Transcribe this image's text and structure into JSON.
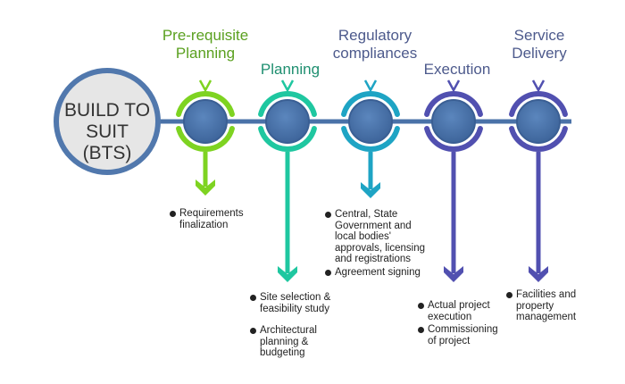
{
  "center": {
    "lines": [
      "BUILD TO",
      "SUIT",
      "(BTS)"
    ]
  },
  "phases": [
    {
      "title_lines": [
        "Pre-requisite",
        "Planning"
      ],
      "color": "#7ed321",
      "bullets": [
        "Requirements finalization"
      ]
    },
    {
      "title_lines": [
        "Planning"
      ],
      "color": "#1fc7a0",
      "bullets": [
        "Site selection & feasibility study",
        "Architectural planning & budgeting"
      ]
    },
    {
      "title_lines": [
        "Regulatory",
        "compliances"
      ],
      "color": "#1ea4c4",
      "bullets": [
        "Central, State Government and local bodies' approvals, licensing and registrations",
        "Agreement signing"
      ]
    },
    {
      "title_lines": [
        "Execution"
      ],
      "color": "#5150b0",
      "bullets": [
        "Actual project execution",
        "Commissioning of project"
      ]
    },
    {
      "title_lines": [
        "Service",
        "Delivery"
      ],
      "color": "#5150b0",
      "bullets": [
        "Facilities and property management"
      ]
    }
  ],
  "colors": {
    "connector": "#4a72a8",
    "node_fill": "#466fa6",
    "center_ring": "#5178ad",
    "center_fill": "#e6e6e6",
    "title_green": "#5aa01f",
    "title_teal": "#1f8f70",
    "title_blue": "#4d5a8c"
  }
}
